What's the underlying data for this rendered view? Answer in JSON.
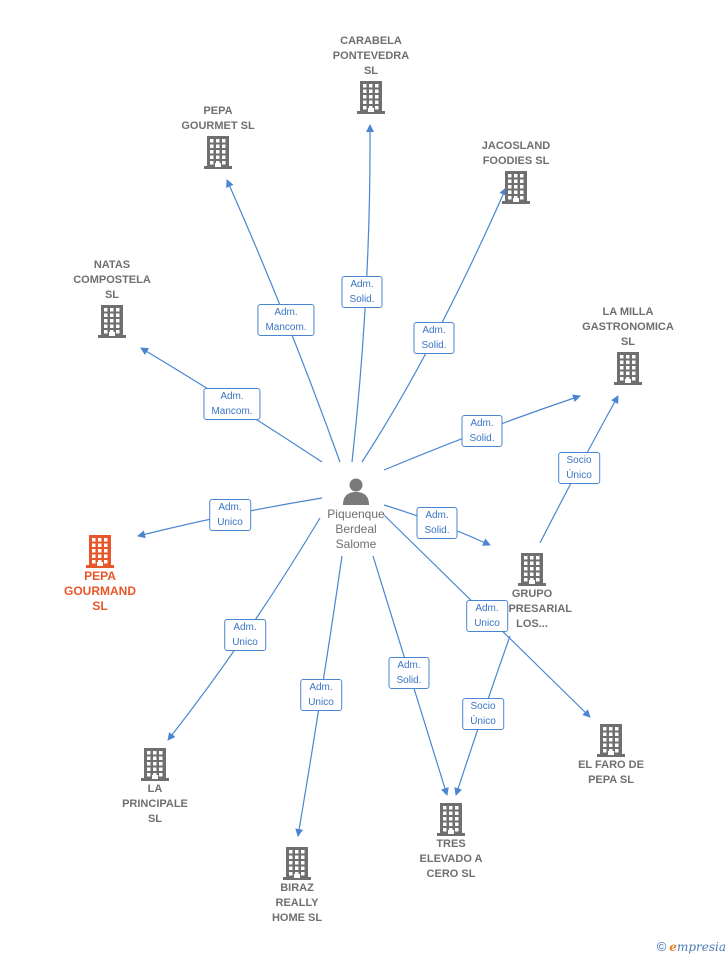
{
  "colors": {
    "node": "#6f6f6f",
    "highlight": "#e8572a",
    "edge": "#4a86d0",
    "label_text": "#3b74c4"
  },
  "center": {
    "label": "Piquenque\nBerdeal\nSalome",
    "icon": "person-icon"
  },
  "companies": [
    {
      "id": "carabela",
      "label": "CARABELA\nPONTEVEDRA\nSL",
      "icon": "building-icon",
      "highlight": false
    },
    {
      "id": "pepa_gourmet",
      "label": "PEPA\nGOURMET  SL",
      "icon": "building-icon",
      "highlight": false
    },
    {
      "id": "jacosland",
      "label": "JACOSLAND\nFOODIES  SL",
      "icon": "building-icon",
      "highlight": false
    },
    {
      "id": "natas",
      "label": "NATAS\nCOMPOSTELA\nSL",
      "icon": "building-icon",
      "highlight": false
    },
    {
      "id": "la_milla",
      "label": "LA MILLA\nGASTRONOMICA\nSL",
      "icon": "building-icon",
      "highlight": false
    },
    {
      "id": "pepa_gourmand",
      "label": "PEPA\nGOURMAND\nSL",
      "icon": "building-icon",
      "highlight": true
    },
    {
      "id": "grupo",
      "label": "GRUPO\nEMPRESARIAL\nLOS...",
      "icon": "building-icon",
      "highlight": false
    },
    {
      "id": "la_principale",
      "label": "LA\nPRINCIPALE\nSL",
      "icon": "building-icon",
      "highlight": false
    },
    {
      "id": "el_faro",
      "label": "EL FARO DE\nPEPA  SL",
      "icon": "building-icon",
      "highlight": false
    },
    {
      "id": "biraz",
      "label": "BIRAZ\nREALLY\nHOME  SL",
      "icon": "building-icon",
      "highlight": false
    },
    {
      "id": "tres_elevado",
      "label": "TRES\nELEVADO A\nCERO  SL",
      "icon": "building-icon",
      "highlight": false
    }
  ],
  "relations": [
    {
      "id": "r_carabela",
      "label": "Adm.\nSolid."
    },
    {
      "id": "r_pepa_gourmet",
      "label": "Adm.\nMancom."
    },
    {
      "id": "r_jacosland",
      "label": "Adm.\nSolid."
    },
    {
      "id": "r_natas",
      "label": "Adm.\nMancom."
    },
    {
      "id": "r_la_milla",
      "label": "Adm.\nSolid."
    },
    {
      "id": "r_pepa_gourmand",
      "label": "Adm.\nUnico"
    },
    {
      "id": "r_grupo",
      "label": "Adm.\nSolid."
    },
    {
      "id": "r_el_faro",
      "label": "Adm.\nUnico"
    },
    {
      "id": "r_la_principale",
      "label": "Adm.\nUnico"
    },
    {
      "id": "r_biraz",
      "label": "Adm.\nUnico"
    },
    {
      "id": "r_tres_elevado",
      "label": "Adm.\nSolid."
    },
    {
      "id": "r_grupo_la_milla",
      "label": "Socio\nÚnico"
    },
    {
      "id": "r_grupo_tres",
      "label": "Socio\nÚnico"
    }
  ],
  "footer": {
    "copyright": "©",
    "brand_first": "e",
    "brand_rest": "mpresia"
  }
}
